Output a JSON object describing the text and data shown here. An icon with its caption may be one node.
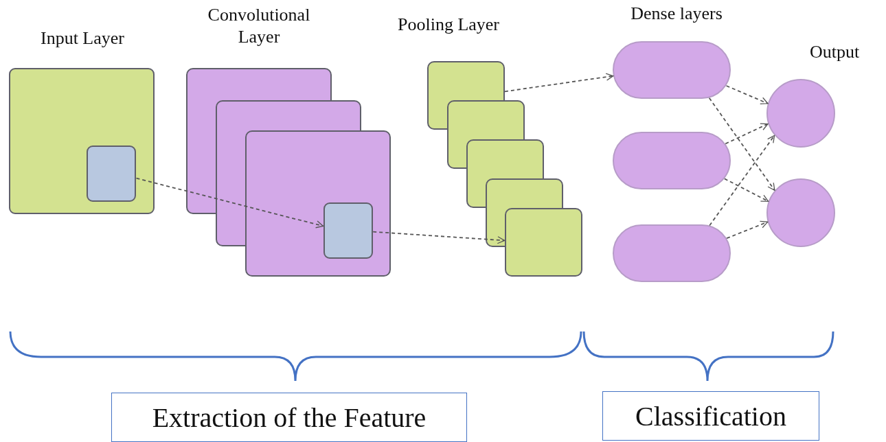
{
  "diagram": {
    "nodes": [
      {
        "text": [],
        "shape": "box"
      },
      {
        "text": [],
        "shape": "box",
        "in": 0
      },
      {
        "text": [],
        "shape": "stack"
      },
      {
        "text": [],
        "shape": "box",
        "in": 2
      },
      {
        "text": [],
        "shape": "stack"
      },
      {
        "text": [],
        "shape": "pill"
      },
      {
        "text": [],
        "shape": "pill"
      },
      {
        "text": [],
        "shape": "pill"
      },
      {
        "text": [],
        "shape": "circle"
      },
      {
        "text": [],
        "shape": "circle"
      },
      {
        "text": [
          "Extraction of the Feature"
        ]
      },
      {
        "text": [
          "Classification"
        ]
      }
    ],
    "edges": [
      {
        "from": 1,
        "to": 3,
        "arrow": "to",
        "style": "dashed"
      },
      {
        "from": 3,
        "to": 4,
        "arrow": "to",
        "style": "dashed"
      },
      {
        "from": 4,
        "to": 5,
        "arrow": "to",
        "style": "dashed"
      },
      {
        "from": 5,
        "to": 8,
        "arrow": "to",
        "style": "dashed"
      },
      {
        "from": 5,
        "to": 9,
        "arrow": "to",
        "style": "dashed"
      },
      {
        "from": 6,
        "to": 8,
        "arrow": "to",
        "style": "dashed"
      },
      {
        "from": 6,
        "to": 9,
        "arrow": "to",
        "style": "dashed"
      },
      {
        "from": 7,
        "to": 8,
        "arrow": "to",
        "style": "dashed"
      },
      {
        "from": 7,
        "to": 9,
        "arrow": "to",
        "style": "dashed"
      }
    ],
    "labels": [
      "Input Layer",
      "Convolutional Layer",
      "Pooling Layer",
      "Dense layers",
      "Output"
    ]
  }
}
